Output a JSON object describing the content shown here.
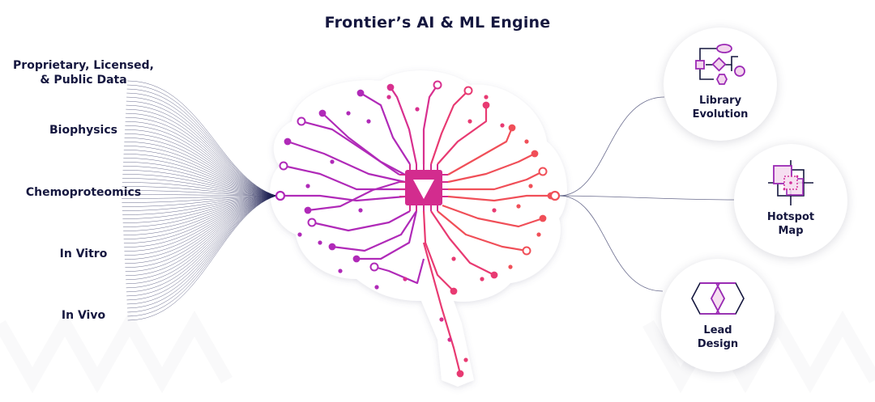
{
  "title": "Frontier’s AI & ML Engine",
  "inputs": [
    {
      "line1": "Proprietary, Licensed,",
      "line2": "& Public Data"
    },
    {
      "line1": "Biophysics"
    },
    {
      "line1": "Chemoproteomics"
    },
    {
      "line1": "In Vitro"
    },
    {
      "line1": "In Vivo"
    }
  ],
  "outputs": [
    {
      "line1": "Library",
      "line2": "Evolution",
      "icon": "library-flow-icon"
    },
    {
      "line1": "Hotspot",
      "line2": "Map",
      "icon": "hotspot-target-icon"
    },
    {
      "line1": "Lead",
      "line2": "Design",
      "icon": "hexagon-pair-icon"
    }
  ],
  "colors": {
    "navy": "#15173f",
    "magenta": "#c0289a",
    "pink": "#e0307e",
    "coral": "#f04f58",
    "purple": "#8e2ab0"
  }
}
